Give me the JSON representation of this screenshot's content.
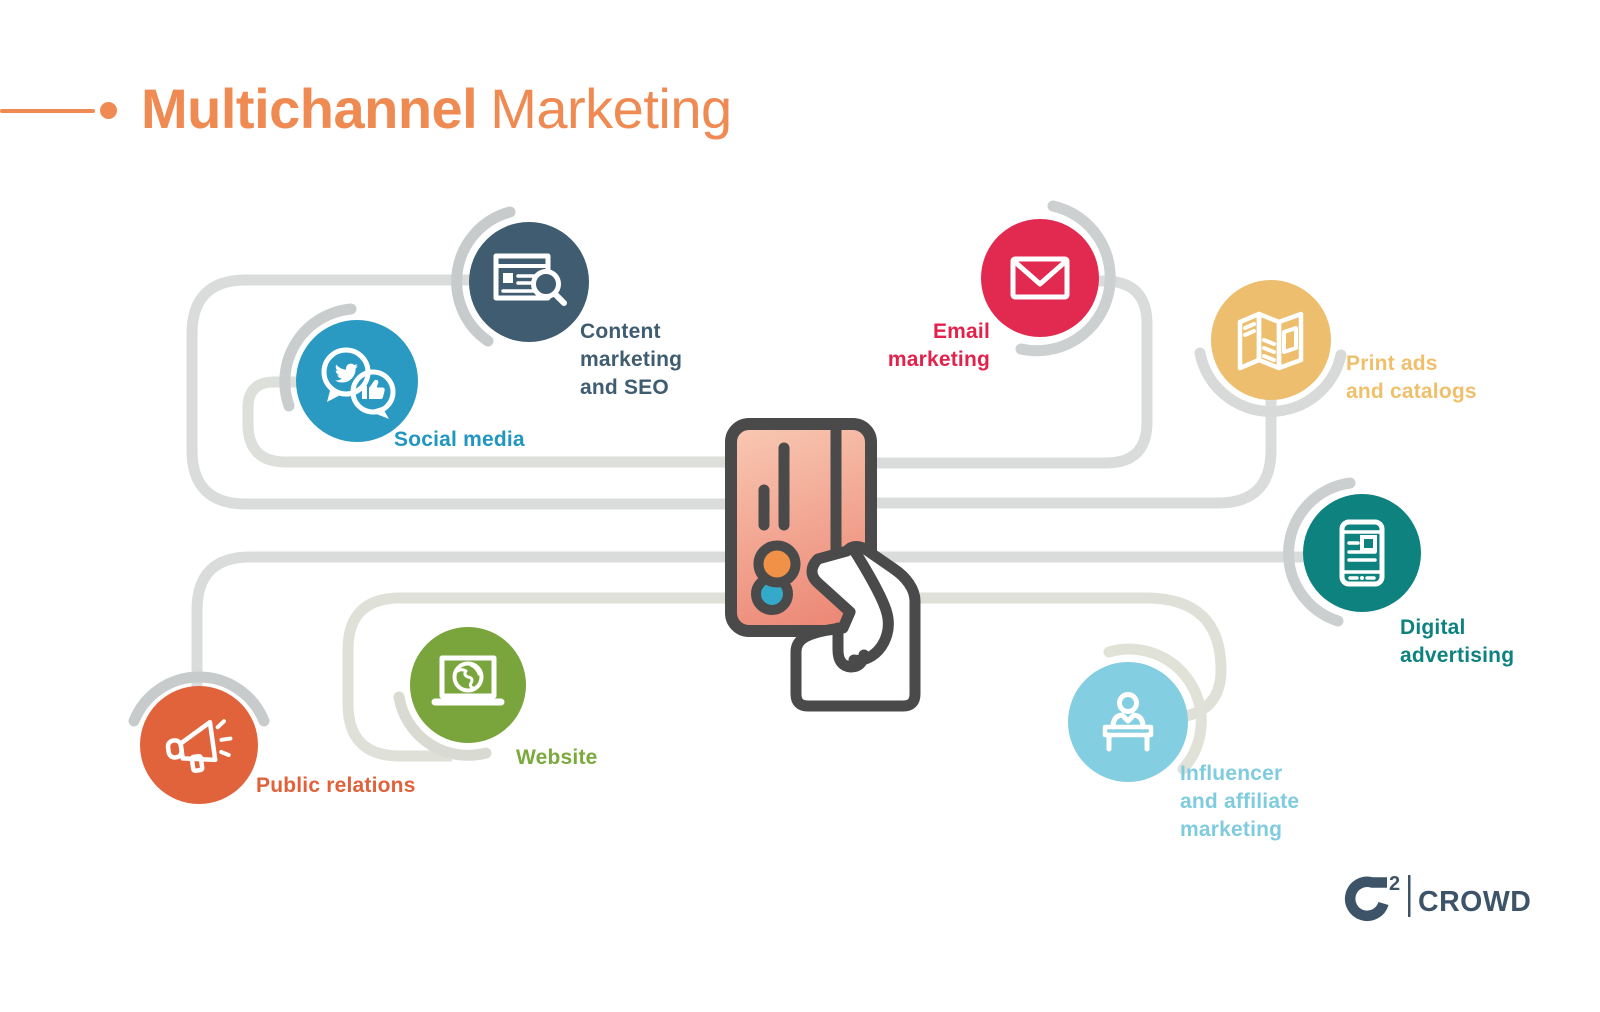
{
  "title": {
    "prefix_bold": "Multichannel",
    "suffix_light": "Marketing",
    "accent_color": "#EF8A52"
  },
  "center": {
    "illustration": "hand holding credit card"
  },
  "channels": [
    {
      "name": "content-marketing-seo",
      "label": "Content\nmarketing\nand SEO",
      "color": "#3F5C70",
      "label_color": "#3F5C70",
      "icon": "webpage-search-icon"
    },
    {
      "name": "social-media",
      "label": "Social media",
      "color": "#2A9AC2",
      "label_color": "#2196C0",
      "icon": "social-bubbles-icon"
    },
    {
      "name": "email-marketing",
      "label": "Email\nmarketing",
      "color": "#E22A50",
      "label_color": "#E3224C",
      "icon": "envelope-icon"
    },
    {
      "name": "print-ads-catalogs",
      "label": "Print ads\nand catalogs",
      "color": "#ECBE6D",
      "label_color": "#EFC06C",
      "icon": "brochure-icon"
    },
    {
      "name": "digital-advertising",
      "label": "Digital\nadvertising",
      "color": "#0E827F",
      "label_color": "#0E827F",
      "icon": "smartphone-ad-icon"
    },
    {
      "name": "influencer-affiliate",
      "label": "Influencer\nand affiliate\nmarketing",
      "color": "#84CEE1",
      "label_color": "#7FCBE0",
      "icon": "person-desk-icon"
    },
    {
      "name": "website",
      "label": "Website",
      "color": "#79A53C",
      "label_color": "#7BA93C",
      "icon": "laptop-globe-icon"
    },
    {
      "name": "public-relations",
      "label": "Public relations",
      "color": "#E0633C",
      "label_color": "#E0613A",
      "icon": "megaphone-icon"
    }
  ],
  "logo": {
    "sup": "2",
    "name": "CROWD",
    "color": "#3D5468"
  }
}
